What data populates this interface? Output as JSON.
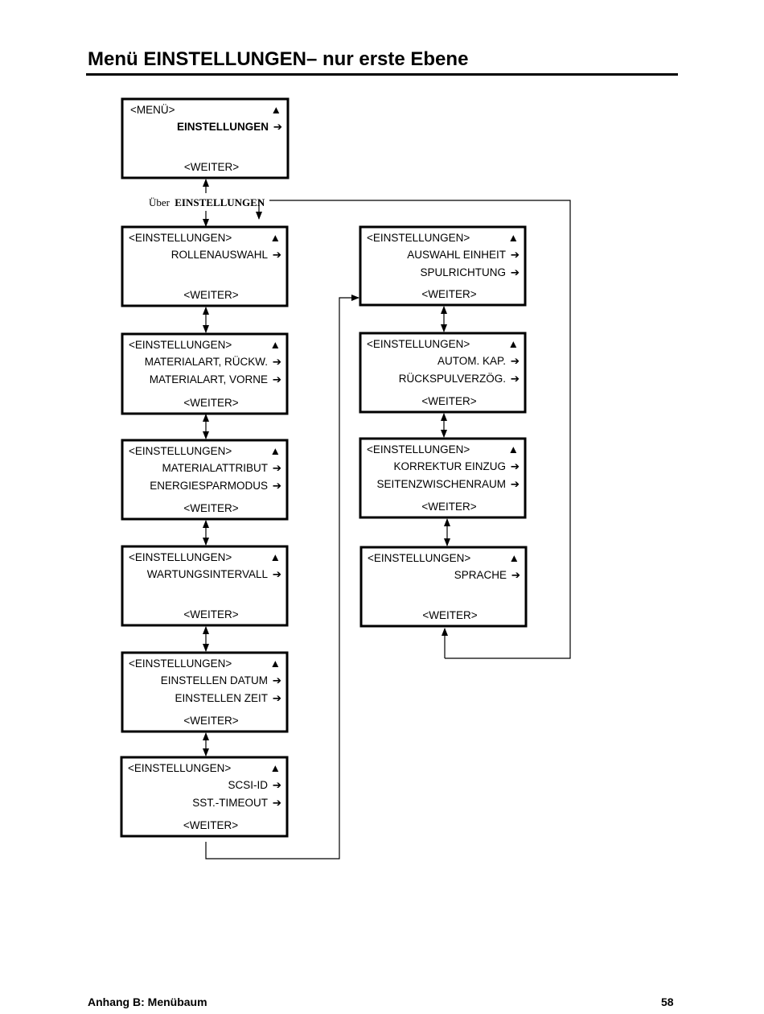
{
  "page": {
    "title": "Menü EINSTELLUNGEN– nur erste Ebene",
    "footer_left": "Anhang B:  Menübaum",
    "footer_right": "58"
  },
  "connector_label": {
    "prefix": "Über",
    "keyword": "EINSTELLUNGEN"
  },
  "glyphs": {
    "up": "▲",
    "right": "➔"
  },
  "boxes": [
    {
      "id": "menu",
      "header": "<MENÜ>",
      "items": [
        "EINSTELLUNGEN"
      ],
      "items_bold": true,
      "footer": "<WEITER>"
    },
    {
      "id": "l1",
      "header": "<EINSTELLUNGEN>",
      "items": [
        "ROLLENAUSWAHL"
      ],
      "footer": "<WEITER>"
    },
    {
      "id": "l2",
      "header": "<EINSTELLUNGEN>",
      "items": [
        "MATERIALART, RÜCKW.",
        "MATERIALART, VORNE"
      ],
      "footer": "<WEITER>"
    },
    {
      "id": "l3",
      "header": "<EINSTELLUNGEN>",
      "items": [
        "MATERIALATTRIBUT",
        "ENERGIESPARMODUS"
      ],
      "footer": "<WEITER>"
    },
    {
      "id": "l4",
      "header": "<EINSTELLUNGEN>",
      "items": [
        "WARTUNGSINTERVALL"
      ],
      "footer": "<WEITER>"
    },
    {
      "id": "l5",
      "header": "<EINSTELLUNGEN>",
      "items": [
        "EINSTELLEN DATUM",
        "EINSTELLEN ZEIT"
      ],
      "footer": "<WEITER>"
    },
    {
      "id": "l6",
      "header": "<EINSTELLUNGEN>",
      "items": [
        "SCSI-ID",
        "SST.-TIMEOUT"
      ],
      "footer": "<WEITER>"
    },
    {
      "id": "r1",
      "header": "<EINSTELLUNGEN>",
      "items": [
        "AUSWAHL EINHEIT",
        "SPULRICHTUNG"
      ],
      "footer": "<WEITER>"
    },
    {
      "id": "r2",
      "header": "<EINSTELLUNGEN>",
      "items": [
        "AUTOM. KAP.",
        "RÜCKSPULVERZÖG."
      ],
      "footer": "<WEITER>"
    },
    {
      "id": "r3",
      "header": "<EINSTELLUNGEN>",
      "items": [
        "KORREKTUR EINZUG",
        "SEITENZWISCHENRAUM"
      ],
      "footer": "<WEITER>"
    },
    {
      "id": "r4",
      "header": "<EINSTELLUNGEN>",
      "items": [
        "SPRACHE"
      ],
      "footer": "<WEITER>"
    }
  ]
}
